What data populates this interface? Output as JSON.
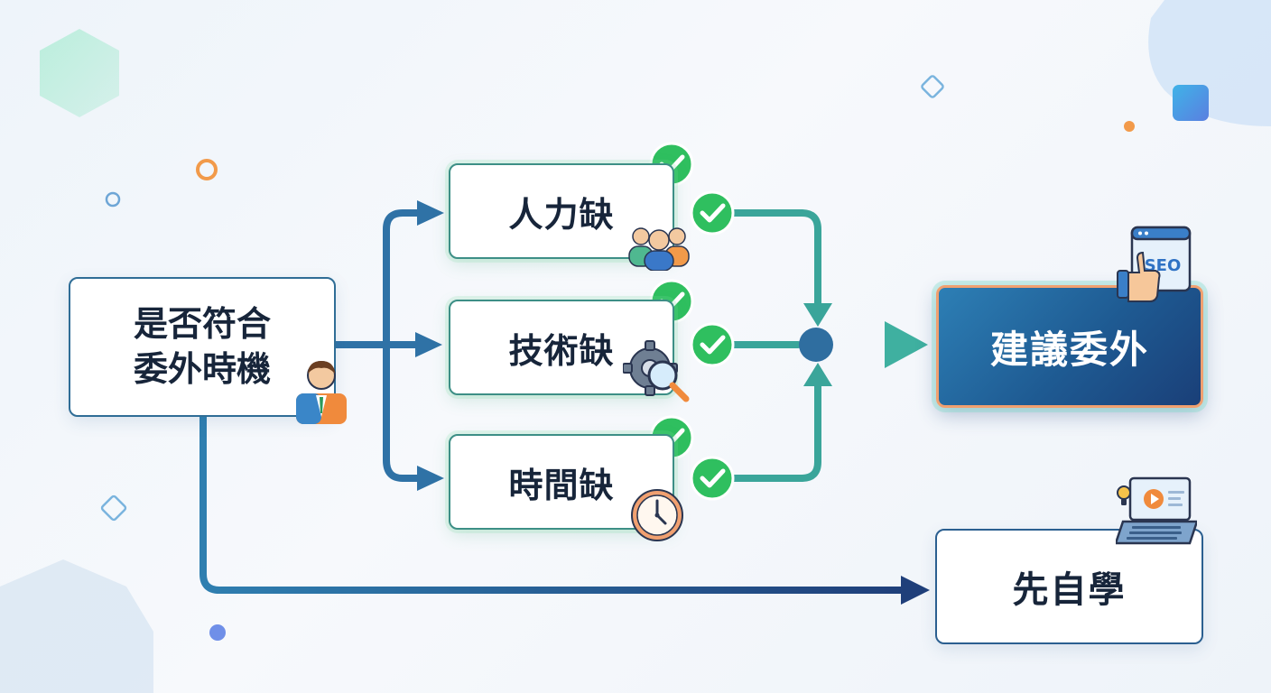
{
  "nodes": {
    "start": {
      "line1": "是否符合",
      "line2": "委外時機"
    },
    "manpower": {
      "label": "人力缺"
    },
    "technology": {
      "label": "技術缺"
    },
    "time": {
      "label": "時間缺"
    },
    "outsource": {
      "label": "建議委外"
    },
    "self_learn": {
      "label": "先自學"
    }
  },
  "icons": {
    "start": "person-icon",
    "manpower": "team-icon",
    "technology": "gear-magnifier-icon",
    "time": "clock-icon",
    "outsource": "seo-thumbs-up-icon",
    "self_learn": "laptop-video-icon",
    "check": "check-circle-icon"
  },
  "seo_badge": "SEO",
  "colors": {
    "flow_blue": "#2f72a6",
    "flow_teal": "#3aa59a",
    "check_green": "#2fbf5f",
    "result_bg": "#1e5a92",
    "result_border": "#f0a070"
  }
}
